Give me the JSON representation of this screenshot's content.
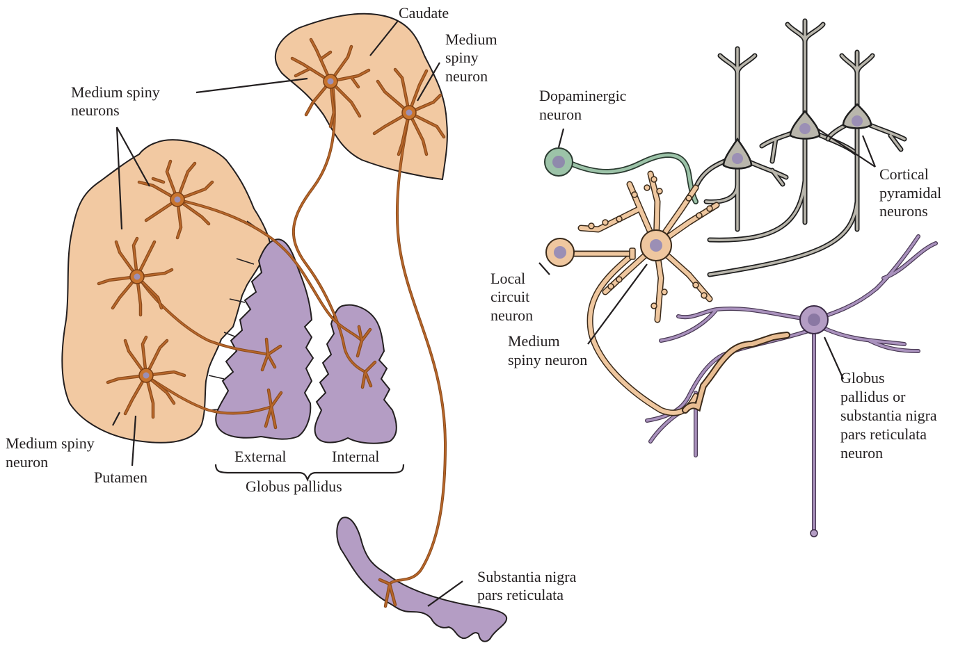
{
  "figure": {
    "left_panel": {
      "regions": {
        "caudate": "Caudate",
        "putamen": "Putamen",
        "globus_pallidus": "Globus pallidus",
        "gp_external": "External",
        "gp_internal": "Internal",
        "substantia_nigra": [
          "Substantia nigra",
          "pars reticulata"
        ]
      },
      "neuron_labels": {
        "caudate_msn": [
          "Medium",
          "spiny",
          "neuron"
        ],
        "putamen_msns": [
          "Medium spiny",
          "neurons"
        ],
        "putamen_lower_msn": [
          "Medium spiny",
          "neuron"
        ]
      }
    },
    "right_panel": {
      "labels": {
        "dopaminergic": [
          "Dopaminergic",
          "neuron"
        ],
        "cortical": [
          "Cortical",
          "pyramidal",
          "neurons"
        ],
        "local_circuit": [
          "Local",
          "circuit",
          "neuron"
        ],
        "msn": [
          "Medium",
          "spiny neuron"
        ],
        "gp_snr_neuron": [
          "Globus",
          "pallidus or",
          "substantia nigra",
          "pars reticulata",
          "neuron"
        ]
      }
    },
    "colors": {
      "striatum_tan": "#f2c9a2",
      "pallidum_purple": "#b49dc4",
      "msn_brown": "#a0561f",
      "dopaminergic_green": "#9cc3a8",
      "pyramidal_gray": "#b9b6ac",
      "outline": "#231f20"
    }
  }
}
